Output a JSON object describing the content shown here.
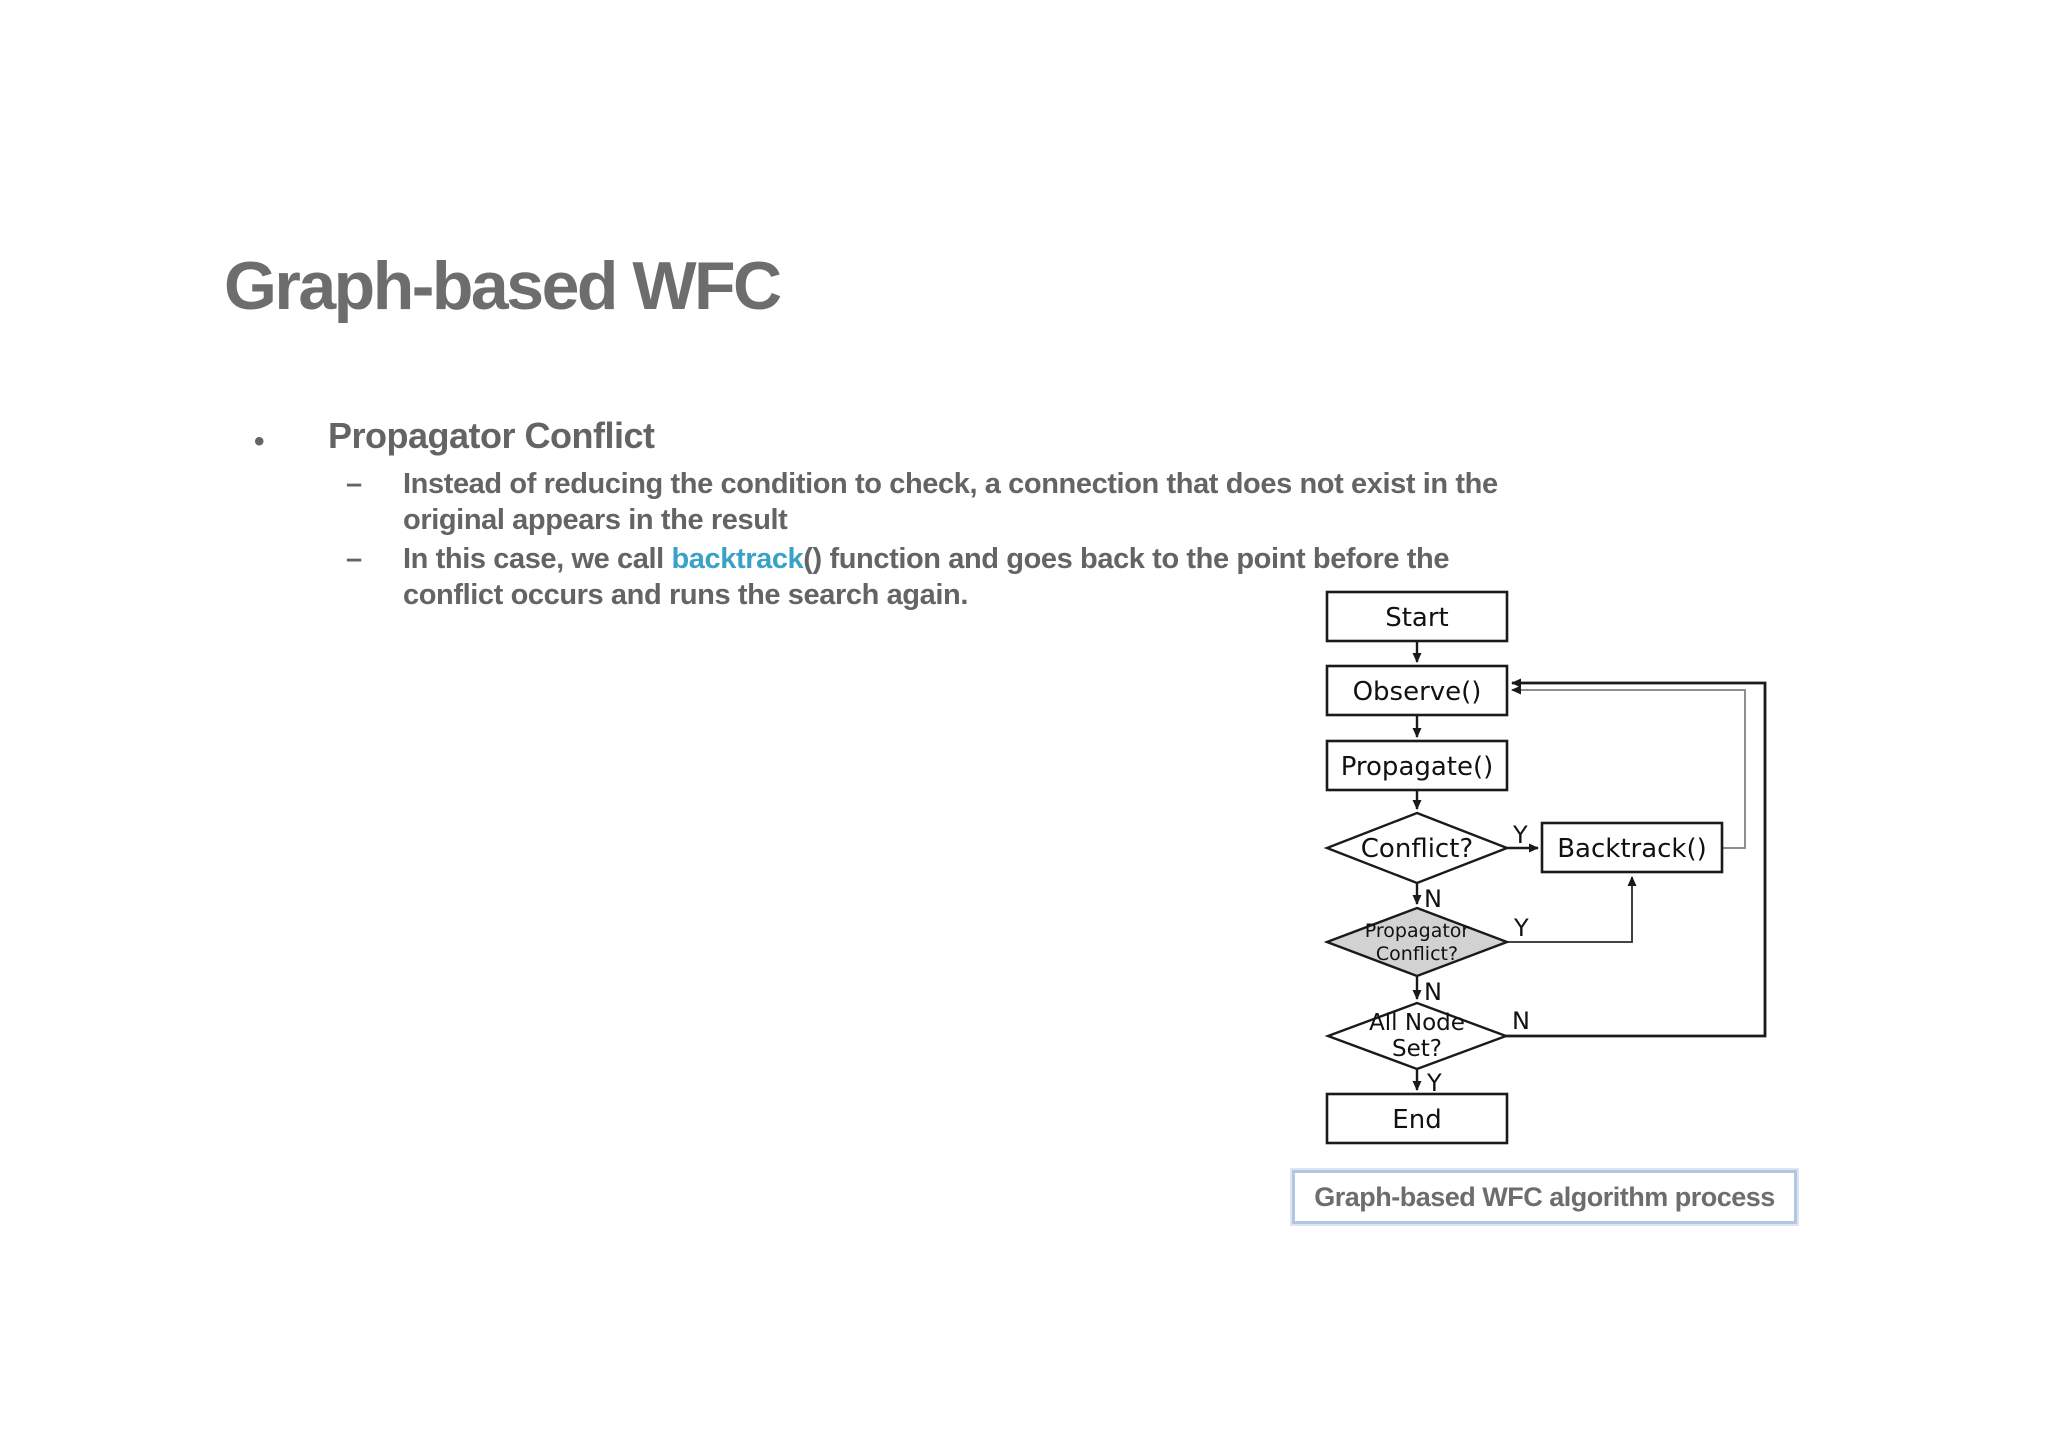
{
  "slide": {
    "title": "Graph-based WFC",
    "bullet_char": "•",
    "dash_char": "–",
    "heading": "Propagator Conflict",
    "sub1_line1": "Instead of reducing the condition to check, a connection that does not exist in the",
    "sub1_line2": "original appears in the result",
    "sub2_pre": "In this case, we call ",
    "sub2_highlight": "backtrack",
    "sub2_post": "() function and goes back to the point before the",
    "sub2_line2": "conflict occurs and runs the search again.",
    "title_color": "#6d6d6d",
    "text_color": "#646464",
    "highlight_color": "#3aa2c6"
  },
  "flowchart": {
    "nodes": {
      "start": "Start",
      "observe": "Observe()",
      "propagate": "Propagate()",
      "conflict": "Conflict?",
      "backtrack": "Backtrack()",
      "prop_conflict_line1": "Propagator",
      "prop_conflict_line2": "Conflict?",
      "all_node_line1": "All Node",
      "all_node_line2": "Set?",
      "end": "End"
    },
    "labels": {
      "conflict_yes": "Y",
      "conflict_no": "N",
      "prop_conflict_yes": "Y",
      "prop_conflict_no": "N",
      "all_node_no": "N",
      "all_node_yes": "Y"
    },
    "colors": {
      "stroke": "#1a1a1a",
      "loop_gray": "#8f8f8f",
      "gray_diamond_fill": "#d2d2d2",
      "box_fill": "#ffffff"
    }
  },
  "caption": {
    "text": "Graph-based WFC algorithm process",
    "border_color": "#b2c6e3",
    "text_color": "#6d6d6d"
  }
}
